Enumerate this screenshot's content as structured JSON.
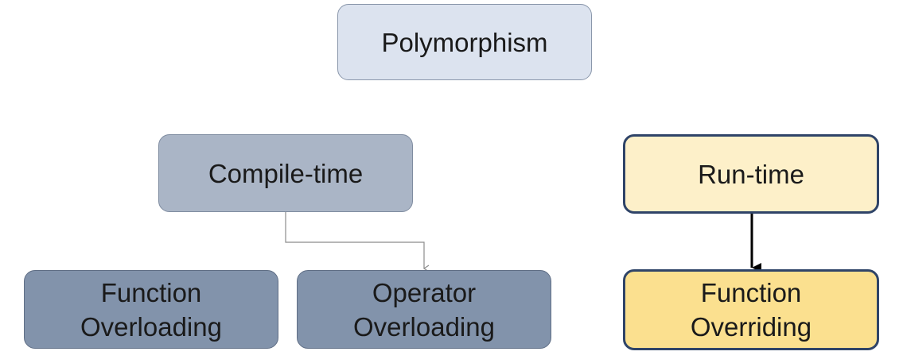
{
  "diagram": {
    "root": {
      "label": "Polymorphism"
    },
    "compile_time": {
      "label": "Compile-time"
    },
    "run_time": {
      "label": "Run-time"
    },
    "function_overloading": {
      "line1": "Function",
      "line2": "Overloading"
    },
    "operator_overloading": {
      "line1": "Operator",
      "line2": "Overloading"
    },
    "function_overriding": {
      "line1": "Function",
      "line2": "Overriding"
    }
  },
  "colors": {
    "root_fill": "#dce3ef",
    "compile_fill": "#aab5c6",
    "overloading_fill": "#8293ab",
    "runtime_fill": "#fdf0c9",
    "overriding_fill": "#fbe08f",
    "runtime_border": "#2f4468",
    "thin_connector": "#8c8c8c",
    "thick_connector": "#000000"
  }
}
